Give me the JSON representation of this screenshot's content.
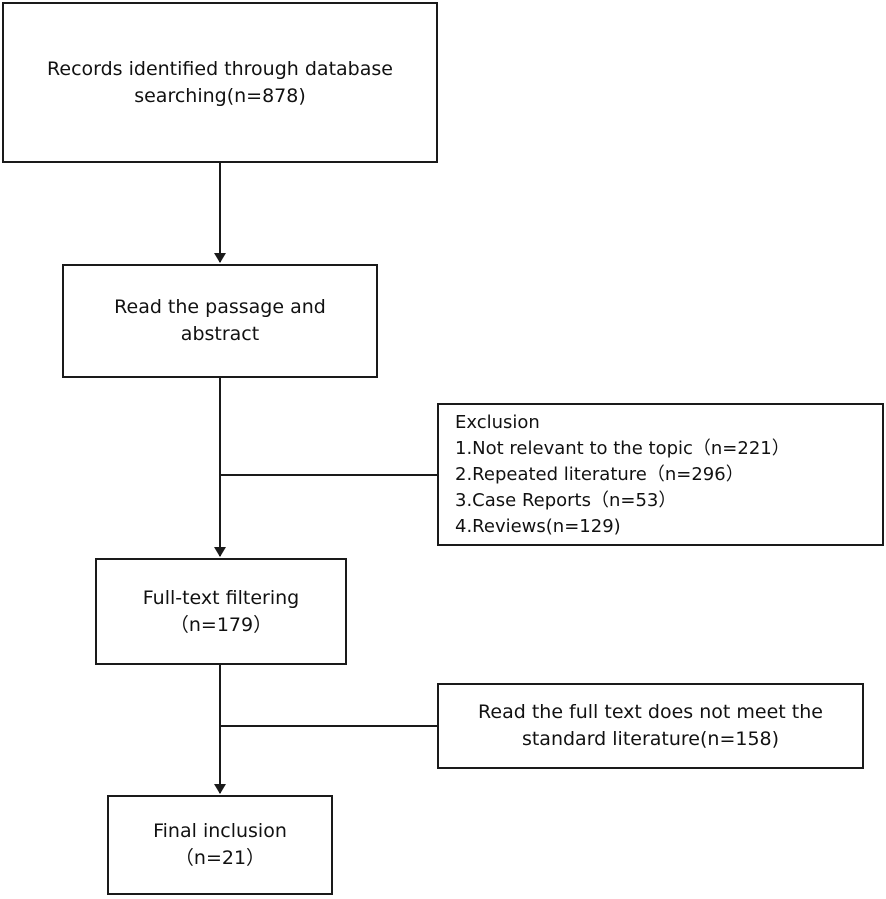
{
  "flowchart": {
    "records": {
      "lines": [
        "Records identified through database",
        "searching(n=878)"
      ]
    },
    "read_abstract": {
      "lines": [
        "Read the passage and",
        "abstract"
      ]
    },
    "exclusion": {
      "heading": "Exclusion",
      "items": [
        "1.Not relevant to the topic（n=221）",
        "2.Repeated literature（n=296）",
        "3.Case Reports（n=53）",
        "4.Reviews(n=129)"
      ]
    },
    "full_text_filtering": {
      "lines": [
        "Full-text filtering",
        "（n=179）"
      ]
    },
    "full_text_excluded": {
      "lines": [
        "Read the full text does not meet the",
        "standard literature(n=158)"
      ]
    },
    "final_inclusion": {
      "lines": [
        "Final inclusion",
        "（n=21）"
      ]
    }
  }
}
